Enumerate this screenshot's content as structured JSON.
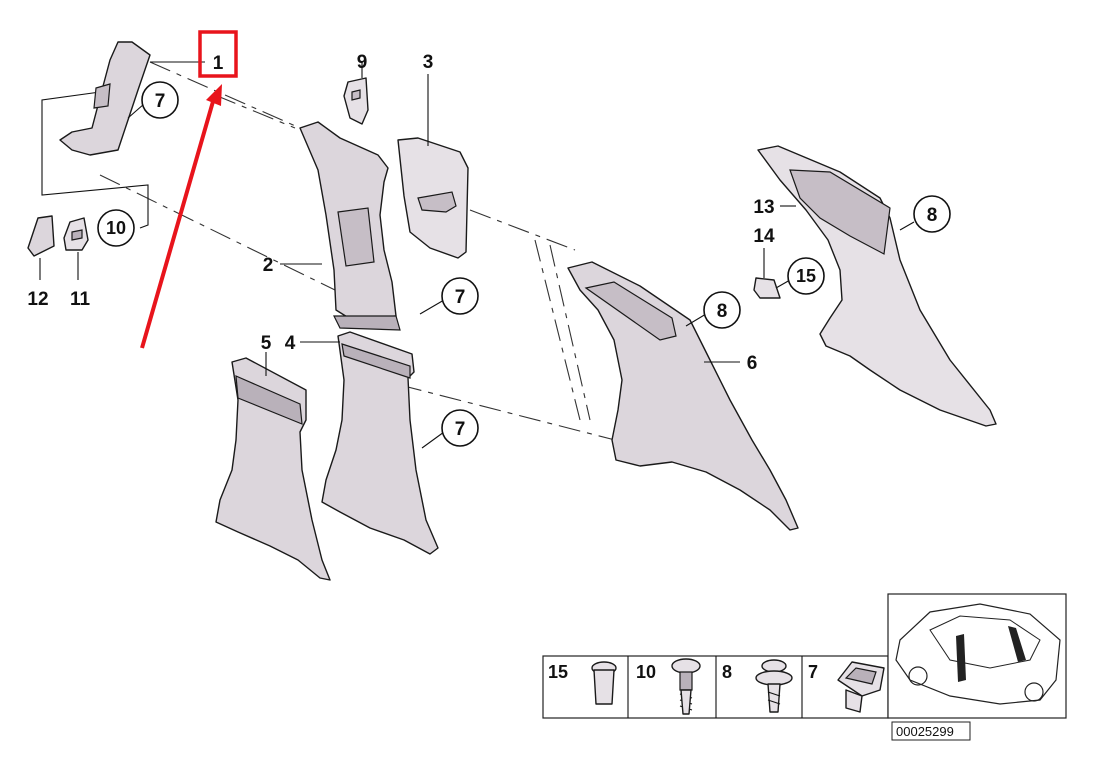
{
  "diagram": {
    "part_labels": {
      "p1": "1",
      "p2": "2",
      "p3": "3",
      "p4": "4",
      "p5": "5",
      "p6": "6",
      "p9": "9",
      "p11": "11",
      "p12": "12",
      "p13": "13",
      "p14": "14"
    },
    "callouts": {
      "c7a": "7",
      "c7b": "7",
      "c7c": "7",
      "c8a": "8",
      "c8b": "8",
      "c10": "10",
      "c15": "15"
    },
    "legend": {
      "items": [
        {
          "label": "15",
          "icon": "cap-nut-icon"
        },
        {
          "label": "10",
          "icon": "screw-icon"
        },
        {
          "label": "8",
          "icon": "expanding-rivet-icon"
        },
        {
          "label": "7",
          "icon": "clip-icon"
        }
      ]
    },
    "reference_number": "00025299",
    "highlight_color": "#e8141c"
  }
}
